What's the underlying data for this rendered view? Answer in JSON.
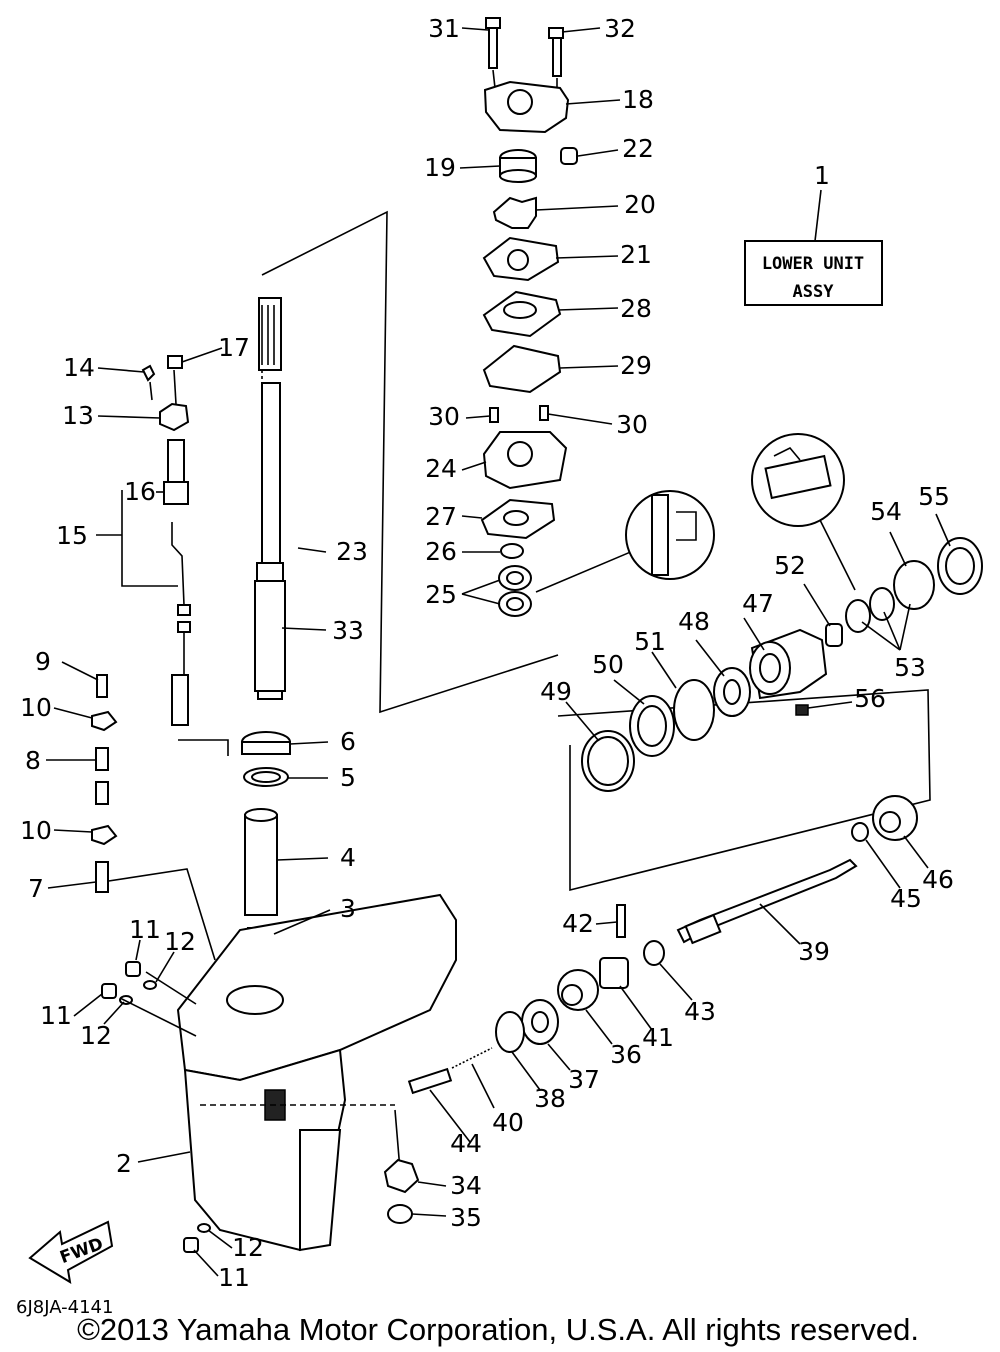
{
  "diagram": {
    "box_label_line1": "LOWER UNIT",
    "box_label_line2": "ASSY",
    "drawing_code": "6J8JA-4141",
    "fwd_label": "FWD",
    "copyright": "©2013 Yamaha Motor Corporation, U.S.A. All rights reserved.",
    "callouts": {
      "c1": "1",
      "c2": "2",
      "c3": "3",
      "c4": "4",
      "c5": "5",
      "c6": "6",
      "c7": "7",
      "c8": "8",
      "c9": "9",
      "c10a": "10",
      "c10b": "10",
      "c11a": "11",
      "c11b": "11",
      "c11c": "11",
      "c12a": "12",
      "c12b": "12",
      "c12c": "12",
      "c13": "13",
      "c14": "14",
      "c15": "15",
      "c16": "16",
      "c17": "17",
      "c18": "18",
      "c19": "19",
      "c20": "20",
      "c21": "21",
      "c22": "22",
      "c23": "23",
      "c24": "24",
      "c25": "25",
      "c26": "26",
      "c27": "27",
      "c28": "28",
      "c29": "29",
      "c30a": "30",
      "c30b": "30",
      "c31": "31",
      "c32": "32",
      "c33": "33",
      "c34": "34",
      "c35": "35",
      "c36": "36",
      "c37": "37",
      "c38": "38",
      "c39": "39",
      "c40": "40",
      "c41": "41",
      "c42": "42",
      "c43": "43",
      "c44": "44",
      "c45": "45",
      "c46": "46",
      "c47": "47",
      "c48": "48",
      "c49": "49",
      "c50": "50",
      "c51": "51",
      "c52": "52",
      "c53": "53",
      "c54": "54",
      "c55": "55",
      "c56": "56"
    }
  }
}
